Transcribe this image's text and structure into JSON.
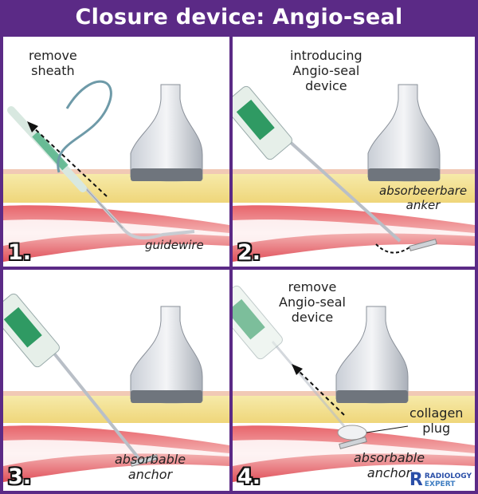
{
  "title": "Closure device: Angio-seal",
  "panels": [
    {
      "number": "1.",
      "labels": {
        "instruction": "remove\nsheath",
        "wire": "guidewire"
      }
    },
    {
      "number": "2.",
      "labels": {
        "instruction": "introducing\nAngio-seal\ndevice",
        "anchor": "absorbeerbare\nanker"
      }
    },
    {
      "number": "3.",
      "labels": {
        "anchor": "absorbable\nanchor"
      }
    },
    {
      "number": "4.",
      "labels": {
        "instruction": "remove\nAngio-seal\ndevice",
        "plug": "collagen\nplug",
        "anchor": "absorbable\nanchor"
      }
    }
  ],
  "logo": {
    "line1": "RADIOLOGY",
    "line2": "EXPERT"
  },
  "colors": {
    "frame": "#5b2a86",
    "device_green": "#2f9a63",
    "fat": "#f3e39a",
    "vessel": "#e0505a",
    "probe": "#d9dde3"
  }
}
